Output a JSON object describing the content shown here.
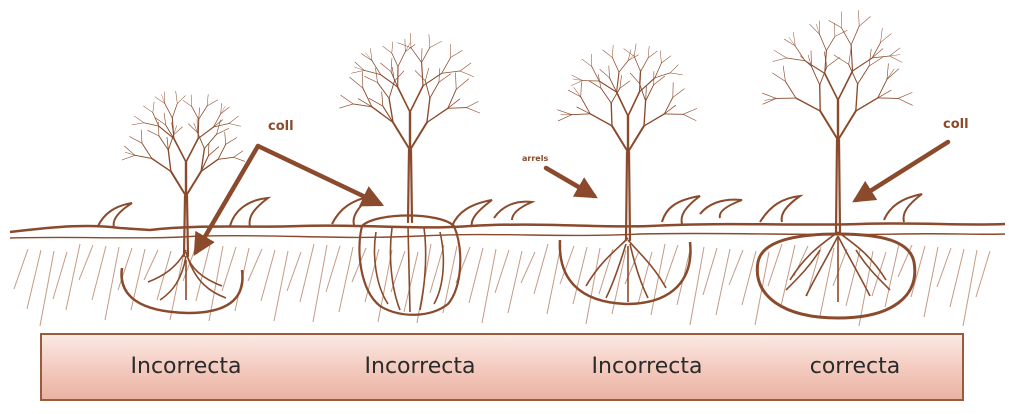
{
  "callouts": {
    "left": "coll",
    "middle": "arrels",
    "right": "coll"
  },
  "labels": [
    "Incorrecta",
    "Incorrecta",
    "Incorrecta",
    "correcta"
  ],
  "colors": {
    "ink": "#8a4a2b",
    "bar_border": "#9a5a3c",
    "bar_fill_top": "#fbe9e4",
    "bar_fill_bottom": "#eab2a2",
    "label_text": "#2b2b2b"
  }
}
